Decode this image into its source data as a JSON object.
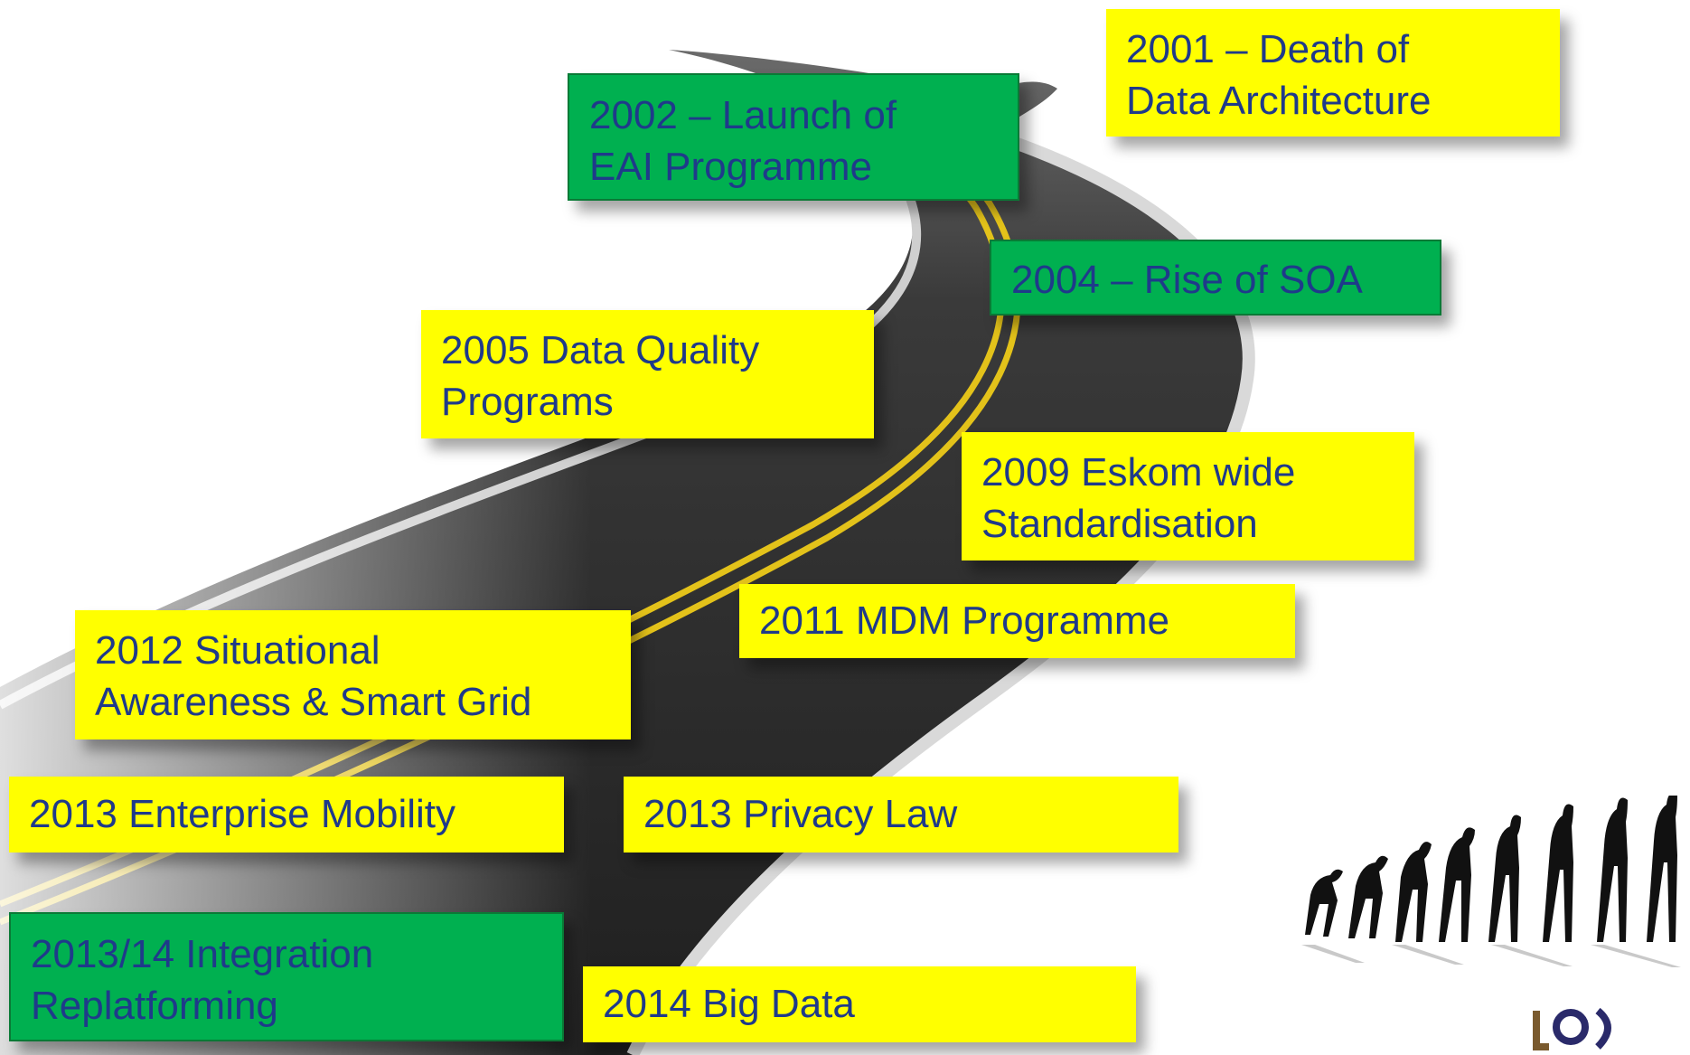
{
  "colors": {
    "label_yellow": "#ffff00",
    "label_green": "#00b050",
    "label_text": "#1f3a8a",
    "road": "#2d2d2d",
    "road_edge": "#d9d9d9",
    "center_line": "#e3c21a"
  },
  "milestones": [
    {
      "id": "2001",
      "lines": [
        "2001 – Death of",
        "Data Architecture"
      ],
      "color": "yellow"
    },
    {
      "id": "2002",
      "lines": [
        "2002 – Launch of",
        "EAI Programme"
      ],
      "color": "green"
    },
    {
      "id": "2004",
      "lines": [
        "2004 – Rise of SOA"
      ],
      "color": "green"
    },
    {
      "id": "2005",
      "lines": [
        "2005 Data Quality",
        "Programs"
      ],
      "color": "yellow"
    },
    {
      "id": "2009",
      "lines": [
        "2009 Eskom wide",
        "Standardisation"
      ],
      "color": "yellow"
    },
    {
      "id": "2011",
      "lines": [
        "2011 MDM Programme"
      ],
      "color": "yellow"
    },
    {
      "id": "2012",
      "lines": [
        "2012 Situational",
        "Awareness & Smart Grid"
      ],
      "color": "yellow"
    },
    {
      "id": "2013m",
      "lines": [
        "2013 Enterprise Mobility"
      ],
      "color": "yellow"
    },
    {
      "id": "2013p",
      "lines": [
        "2013 Privacy Law"
      ],
      "color": "yellow"
    },
    {
      "id": "2013i",
      "lines": [
        "2013/14 Integration",
        "Replatforming"
      ],
      "color": "green"
    },
    {
      "id": "2014",
      "lines": [
        "2014 Big Data"
      ],
      "color": "yellow"
    }
  ],
  "icons": {
    "evolution": "human-evolution-silhouette-icon",
    "logo": "corner-logo-icon"
  }
}
